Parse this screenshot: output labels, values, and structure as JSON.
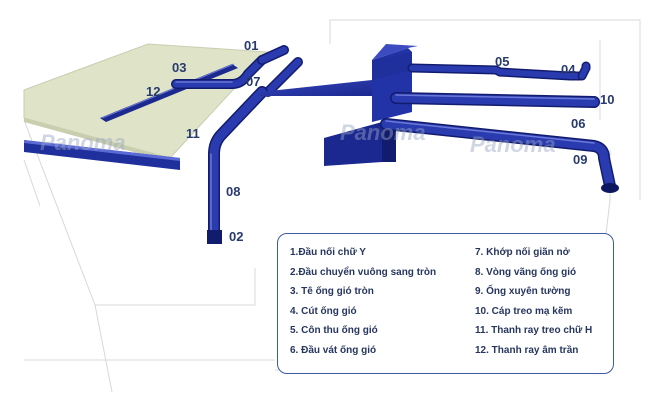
{
  "labels": {
    "n01": "01",
    "n02": "02",
    "n03": "03",
    "n04": "04",
    "n05": "05",
    "n06": "06",
    "n07": "07",
    "n08": "08",
    "n09": "09",
    "n10": "10",
    "n11": "11",
    "n12": "12"
  },
  "watermark": "PanomaPanoma",
  "legend": {
    "col1": [
      "1.Đầu nối chữ Y",
      "2.Đầu chuyển vuông sang tròn",
      "3. Tê ống gió tròn",
      "4. Cút ống gió",
      "5. Côn thu ống gió",
      "6. Đầu vát ống gió"
    ],
    "col2": [
      "7. Khớp nối giãn nở",
      "8. Vòng vãng ống gió",
      "9. Ống xuyên tường",
      "10. Cáp treo mạ kẽm",
      "11. Thanh ray treo chữ H",
      "12. Thanh ray âm trần"
    ]
  },
  "colors": {
    "duct": "#1f2f9c",
    "duct_dark": "#121c6e",
    "duct_light": "#5a6ad6",
    "ceiling": "#dfe4c8",
    "text": "#283a6e",
    "legend_border": "#3d5aa8"
  }
}
